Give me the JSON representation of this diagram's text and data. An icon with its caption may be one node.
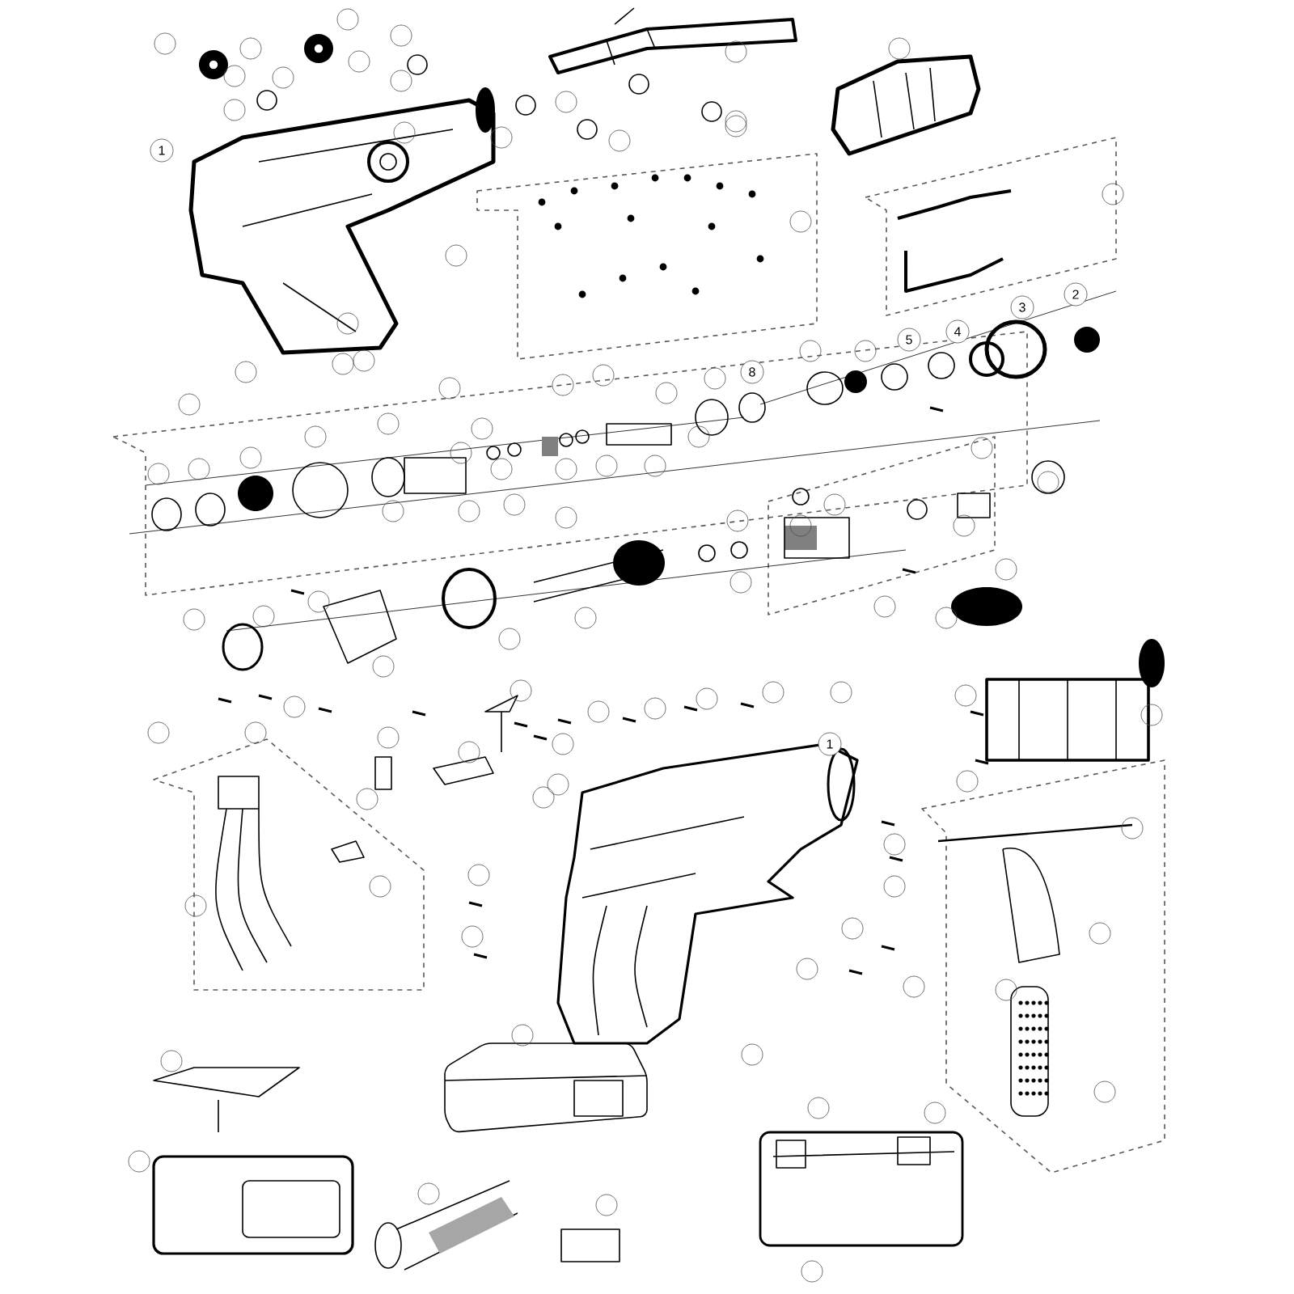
{
  "diagram": {
    "labels": [
      "1",
      "2",
      "3",
      "4",
      "5",
      "8",
      "1"
    ]
  }
}
